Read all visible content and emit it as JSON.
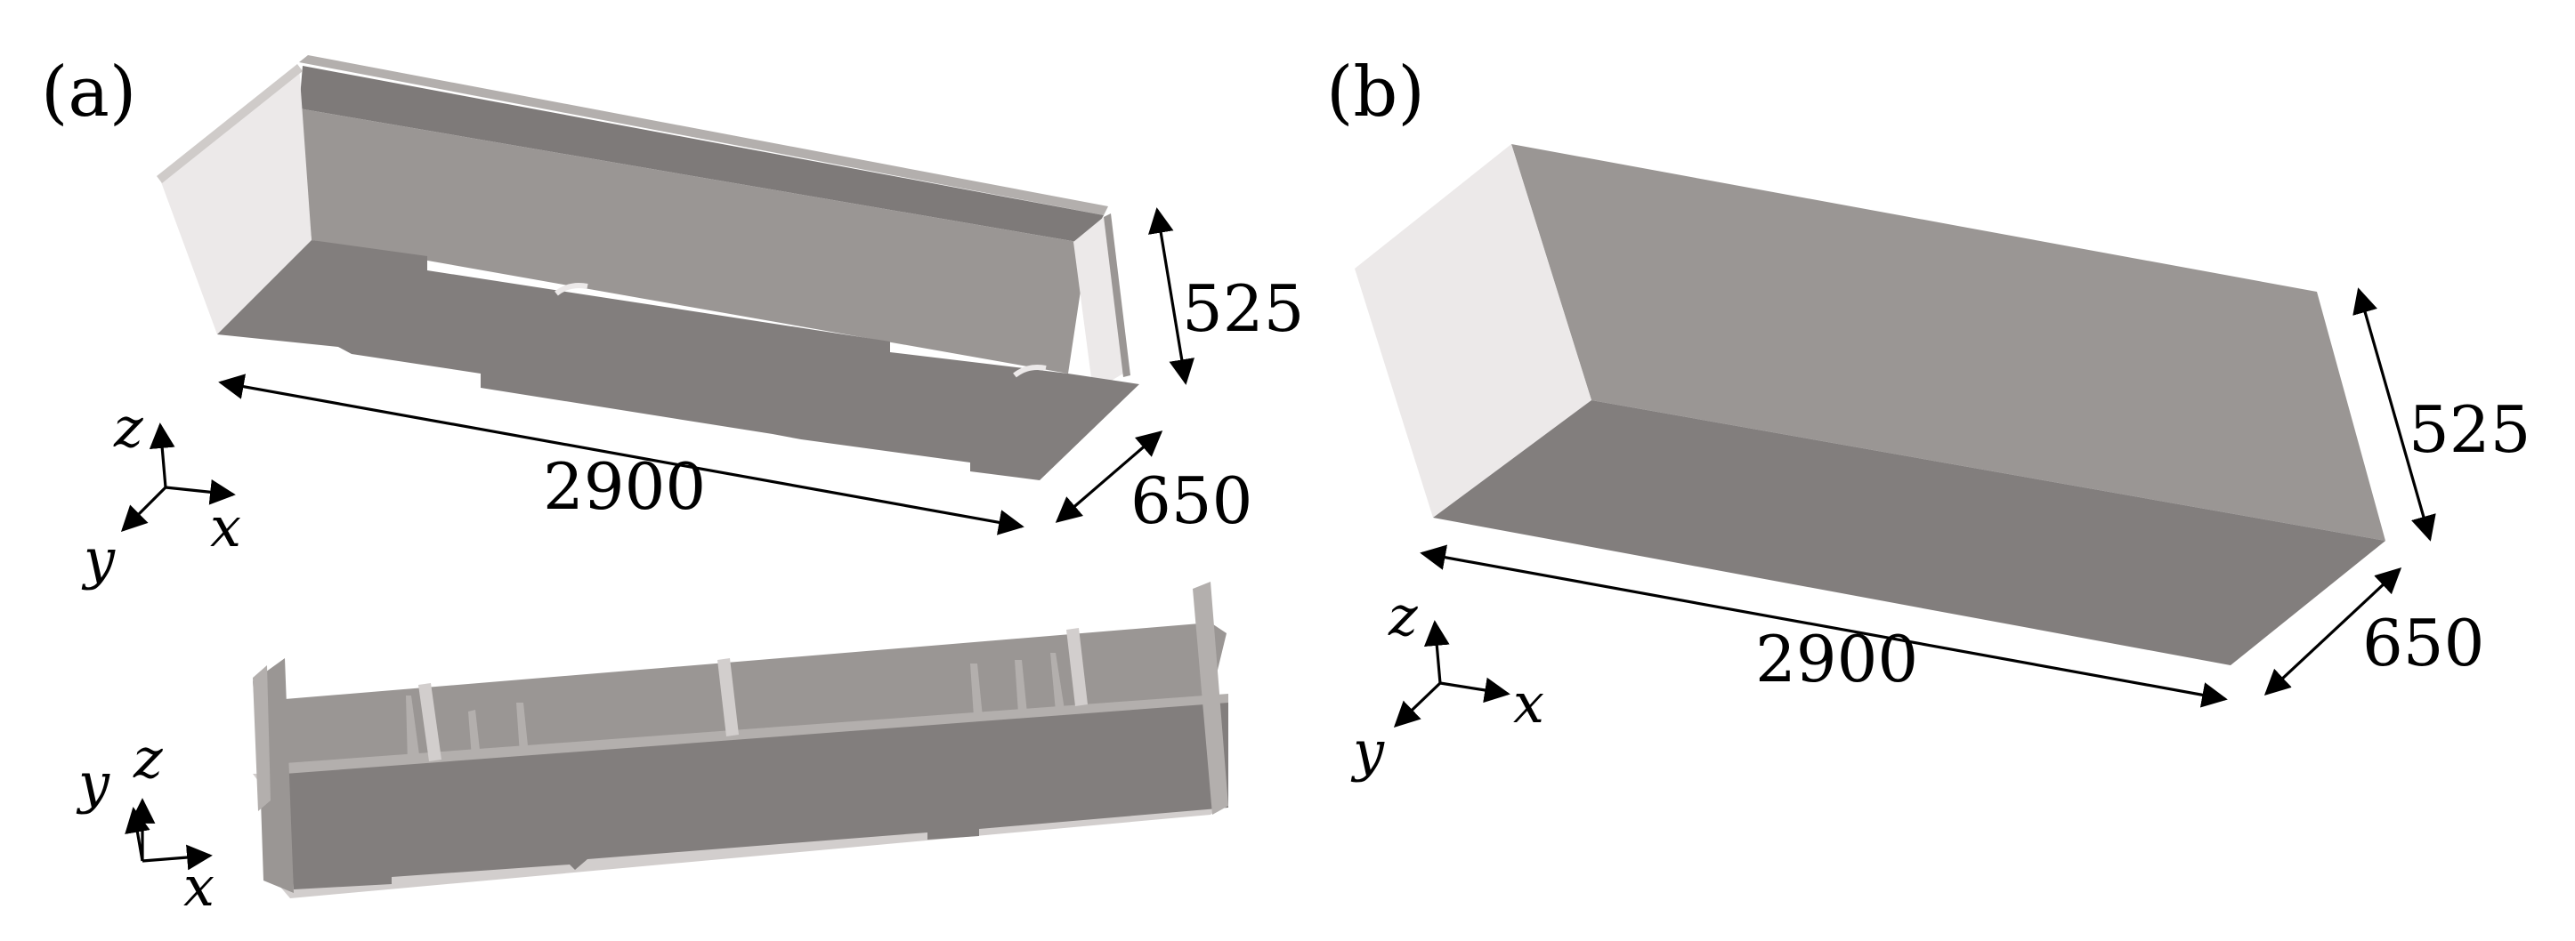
{
  "panels": {
    "a": {
      "label": "(a)",
      "dimensions": {
        "length": "2900",
        "width": "650",
        "height": "525"
      },
      "axes_top": {
        "x": "x",
        "y": "y",
        "z": "z"
      },
      "axes_bottom": {
        "x": "x",
        "y": "y",
        "z": "z"
      }
    },
    "b": {
      "label": "(b)",
      "dimensions": {
        "length": "2900",
        "width": "650",
        "height": "525"
      },
      "axes": {
        "x": "x",
        "y": "y",
        "z": "z"
      }
    }
  },
  "colors": {
    "face_light": "#ece9e9",
    "face_top": "#9a9694",
    "face_dark": "#827e7d",
    "face_lip": "#b3afad",
    "face_base": "#d2cecd",
    "ink": "#000000"
  },
  "icons": {
    "dimension_arrow": "double-headed-arrow",
    "axis_triad": "coordinate-axes"
  }
}
